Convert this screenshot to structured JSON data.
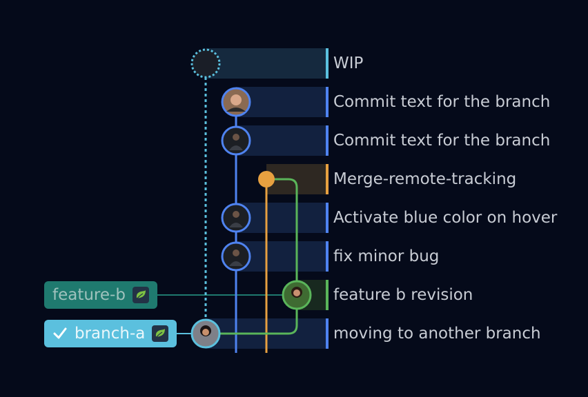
{
  "colors": {
    "background": "#050a1a",
    "wip": "#5bc0de",
    "main": "#4f83f0",
    "merge": "#e7a040",
    "feature": "#5ab55a",
    "feature_tag": "#1f7a6f",
    "branch_tag": "#5bc0de"
  },
  "commits": [
    {
      "message": "WIP",
      "lane": "wip",
      "avatar": "empty-dotted"
    },
    {
      "message": "Commit text for the branch",
      "lane": "main",
      "avatar": "woman-portrait"
    },
    {
      "message": "Commit text for the branch",
      "lane": "main",
      "avatar": "man-portrait"
    },
    {
      "message": "Merge-remote-tracking",
      "lane": "merge",
      "avatar": "merge-dot"
    },
    {
      "message": "Activate blue color on hover",
      "lane": "main",
      "avatar": "man-portrait"
    },
    {
      "message": "fix minor bug",
      "lane": "main",
      "avatar": "man-portrait"
    },
    {
      "message": "feature b revision",
      "lane": "feature",
      "avatar": "woman-portrait"
    },
    {
      "message": "moving to another branch",
      "lane": "branch-a",
      "avatar": "woman-portrait"
    }
  ],
  "branches": {
    "feature_b": {
      "label": "feature-b",
      "icon": "leaf-icon"
    },
    "branch_a": {
      "label": "branch-a",
      "icon": "leaf-icon",
      "checked": true,
      "check_icon": "check-icon"
    }
  }
}
